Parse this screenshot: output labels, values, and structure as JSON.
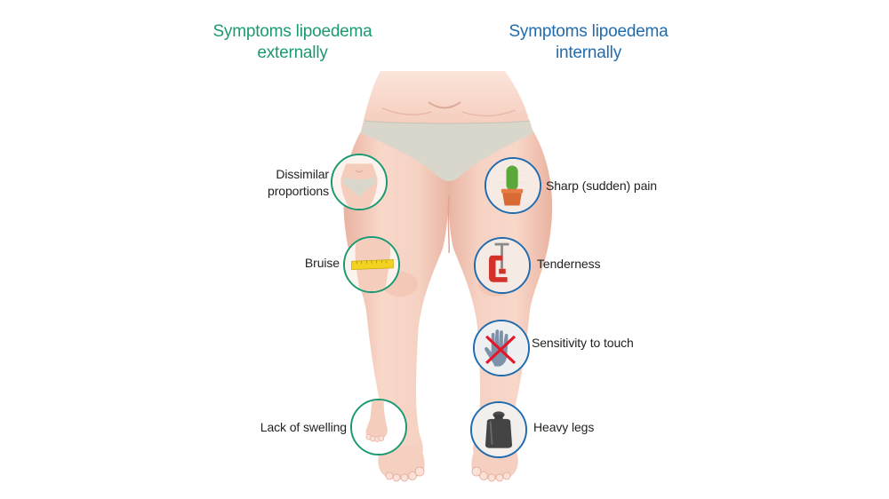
{
  "titles": {
    "external": "Symptoms lipoedema externally",
    "external_line1": "Symptoms lipoedema",
    "external_line2": "externally",
    "internal": "Symptoms lipoedema internally",
    "internal_line1": "Symptoms lipoedema",
    "internal_line2": "internally"
  },
  "colors": {
    "external_accent": "#1a9a72",
    "internal_accent": "#1f6cb0",
    "skin": "#f5cdbd",
    "underwear": "#d9d6cc",
    "label_text": "#222222"
  },
  "external_symptoms": [
    {
      "label_line1": "Dissimilar",
      "label_line2": "proportions",
      "icon": "body-proportions-icon"
    },
    {
      "label_line1": "Bruise",
      "icon": "measuring-tape-thigh-icon"
    },
    {
      "label_line1": "Lack of swelling",
      "icon": "slim-foot-icon"
    }
  ],
  "internal_symptoms": [
    {
      "label_line1": "Sharp (sudden) pain",
      "icon": "cactus-icon"
    },
    {
      "label_line1": "Tenderness",
      "icon": "clamp-icon"
    },
    {
      "label_line1": "Sensitivity to touch",
      "icon": "crossed-hand-icon"
    },
    {
      "label_line1": "Heavy legs",
      "icon": "weight-icon"
    }
  ]
}
